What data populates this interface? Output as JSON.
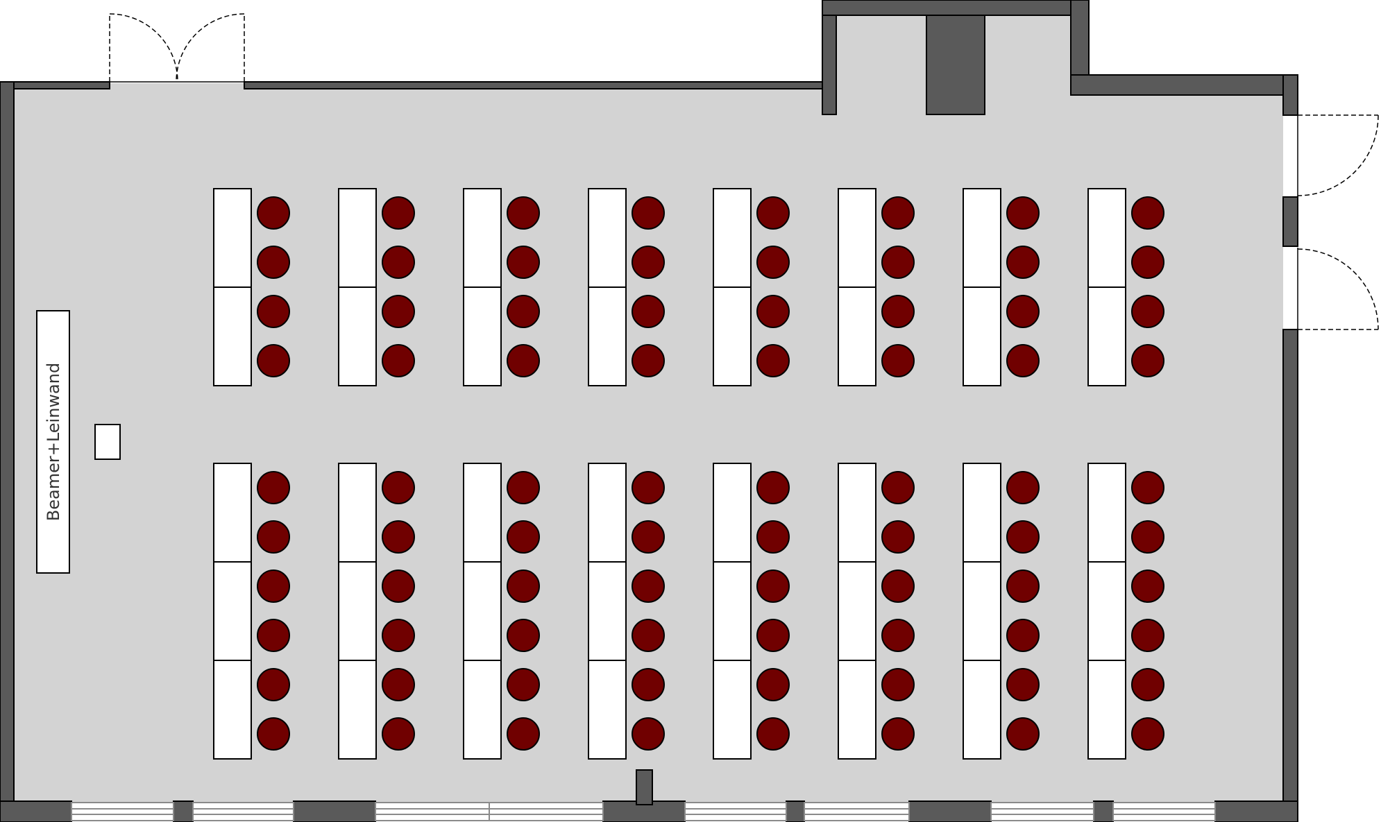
{
  "projector": {
    "label": "Beamer+Leinwand"
  },
  "layout": {
    "blocks": [
      {
        "name": "front-block",
        "columns": 8,
        "tables_per_column": 2,
        "chairs_per_column": 4
      },
      {
        "name": "back-block",
        "columns": 8,
        "tables_per_column": 3,
        "chairs_per_column": 6
      }
    ]
  },
  "colors": {
    "floor": "#d3d3d3",
    "wall": "#5a5a5a",
    "table": "#ffffff",
    "chair": "#700000",
    "outline": "#000000"
  }
}
